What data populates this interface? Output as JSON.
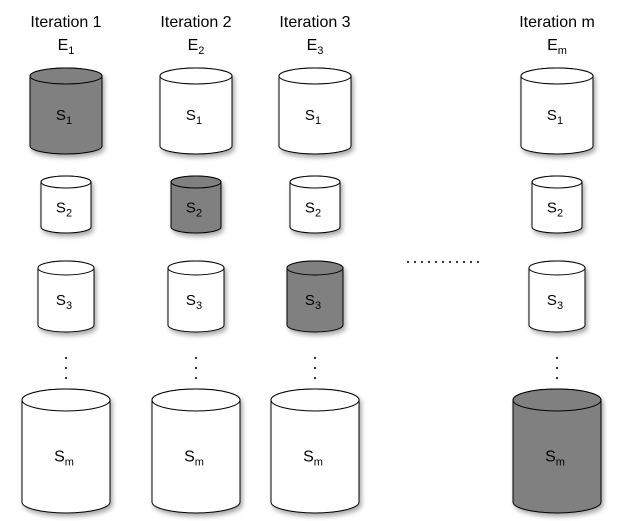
{
  "columns": [
    {
      "title": "Iteration 1",
      "ensemble_base": "E",
      "ensemble_sub": "1",
      "rows": [
        {
          "base": "S",
          "sub": "1",
          "shaded": true
        },
        {
          "base": "S",
          "sub": "2",
          "shaded": false
        },
        {
          "base": "S",
          "sub": "3",
          "shaded": false
        },
        {
          "base": "S",
          "sub": "m",
          "shaded": false
        }
      ]
    },
    {
      "title": "Iteration 2",
      "ensemble_base": "E",
      "ensemble_sub": "2",
      "rows": [
        {
          "base": "S",
          "sub": "1",
          "shaded": false
        },
        {
          "base": "S",
          "sub": "2",
          "shaded": true
        },
        {
          "base": "S",
          "sub": "3",
          "shaded": false
        },
        {
          "base": "S",
          "sub": "m",
          "shaded": false
        }
      ]
    },
    {
      "title": "Iteration 3",
      "ensemble_base": "E",
      "ensemble_sub": "3",
      "rows": [
        {
          "base": "S",
          "sub": "1",
          "shaded": false
        },
        {
          "base": "S",
          "sub": "2",
          "shaded": false
        },
        {
          "base": "S",
          "sub": "3",
          "shaded": true
        },
        {
          "base": "S",
          "sub": "m",
          "shaded": false
        }
      ]
    },
    {
      "title": "Iteration m",
      "ensemble_base": "E",
      "ensemble_sub": "m",
      "rows": [
        {
          "base": "S",
          "sub": "1",
          "shaded": false
        },
        {
          "base": "S",
          "sub": "2",
          "shaded": false
        },
        {
          "base": "S",
          "sub": "3",
          "shaded": false
        },
        {
          "base": "S",
          "sub": "m",
          "shaded": true
        }
      ]
    }
  ],
  "colors": {
    "shaded_fill": "#808080",
    "plain_fill": "#ffffff",
    "stroke": "#000000"
  }
}
